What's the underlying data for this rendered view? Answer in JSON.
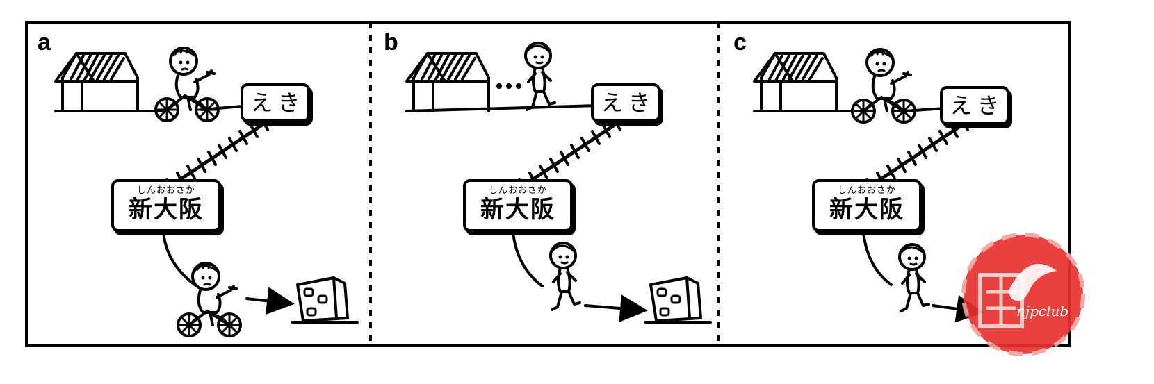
{
  "panels": [
    {
      "letter": "a",
      "station_label": "えき",
      "furigana": "しんおおさか",
      "destination": "新大阪"
    },
    {
      "letter": "b",
      "station_label": "えき",
      "furigana": "しんおおさか",
      "destination": "新大阪"
    },
    {
      "letter": "c",
      "station_label": "えき",
      "furigana": "しんおおさか",
      "destination": "新大阪"
    }
  ],
  "watermark": {
    "text": "njpclub",
    "color": "#e8312f"
  },
  "icons": [
    "house-icon",
    "person-on-bicycle-icon",
    "walking-person-icon",
    "railway-track-icon",
    "building-icon",
    "arrow-icon"
  ]
}
